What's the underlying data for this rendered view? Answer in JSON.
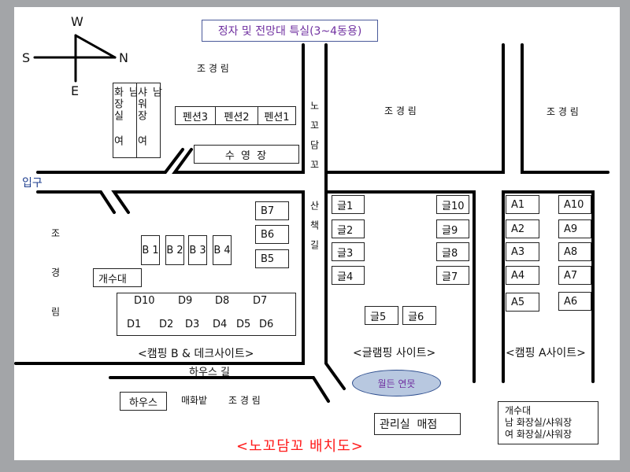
{
  "compass": {
    "w": "W",
    "s": "S",
    "n": "N",
    "e": "E"
  },
  "special_box": "정자 및 전망대 특실(3~4동용)",
  "forest": "조 경 림",
  "entrance": "입구",
  "path_vertical": "노꼬담꼬 산책길",
  "restroom_left": {
    "col1": "화장실 여 남",
    "col2": "샤워장 여 남"
  },
  "pensions": [
    "펜션3",
    "펜션2",
    "펜션1"
  ],
  "pool": "수 영 장",
  "b_sites": [
    "B 1",
    "B 2",
    "B 3",
    "B 4"
  ],
  "b_side_sites": [
    "B7",
    "B6",
    "B5"
  ],
  "sink_left": "개수대",
  "deck_top": [
    "D10",
    "D9",
    "D8",
    "D7"
  ],
  "deck_bottom": [
    "D1",
    "D2",
    "D3",
    "D4",
    "D5",
    "D6"
  ],
  "camping_b_label": "<캠핑 B & 데크사이트>",
  "house_road": "하우스 길",
  "house": "하우스",
  "flower_field": "매화밭",
  "glamping_left": [
    "글1",
    "글2",
    "글3",
    "글4"
  ],
  "glamping_right": [
    "글10",
    "글9",
    "글8",
    "글7"
  ],
  "glamping_bottom": [
    "글5",
    "글6"
  ],
  "glamping_label": "<글램핑 사이트>",
  "pond": "월든 연못",
  "a_left": [
    "A1",
    "A2",
    "A3",
    "A4",
    "A5"
  ],
  "a_right": [
    "A10",
    "A9",
    "A8",
    "A7",
    "A6"
  ],
  "camping_a_label": "<캠핑 A사이트>",
  "office": "관리실  매점",
  "facility_box": [
    "개수대",
    "남 화장실/샤워장",
    "여 화장실/샤워장"
  ],
  "map_title": "<노꼬담꼬 배치도>",
  "colors": {
    "title": "#ff1a1a",
    "special": "#7030a0",
    "entrance": "#1f3f8f",
    "pond_fill": "#b8c8e0",
    "pond_border": "#2f4f8f"
  }
}
